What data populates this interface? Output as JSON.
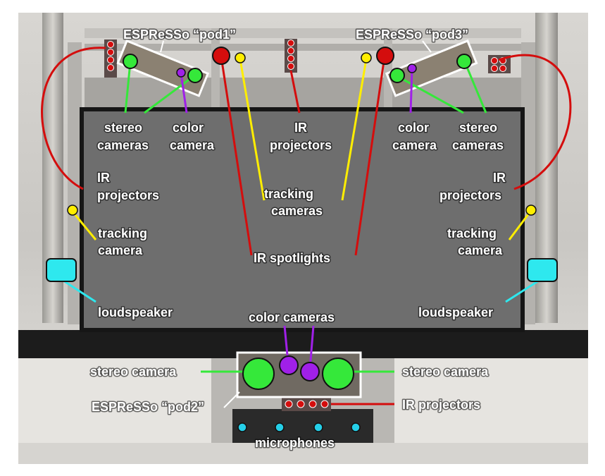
{
  "labels": {
    "pod1_title": "ESPReSSo “pod1”",
    "pod3_title": "ESPReSSo “pod3”",
    "pod2_title": "ESPReSSo “pod2”",
    "stereo": "stereo",
    "cameras": "cameras",
    "color": "color",
    "camera": "camera",
    "ir": "IR",
    "projectors": "projectors",
    "tracking": "tracking",
    "ir_spotlights": "IR spotlights",
    "loudspeaker": "loudspeaker",
    "color_cameras": "color cameras",
    "stereo_camera": "stereo camera",
    "ir_projectors": "IR projectors",
    "microphones": "microphones"
  },
  "colors": {
    "stereo": "#35e83a",
    "color_cam": "#a020e8",
    "ir": "#d40d0d",
    "tracking": "#ffee00",
    "speaker": "#2ee8ee",
    "mic": "#25cfe8",
    "screen": "#6e6e6e"
  }
}
